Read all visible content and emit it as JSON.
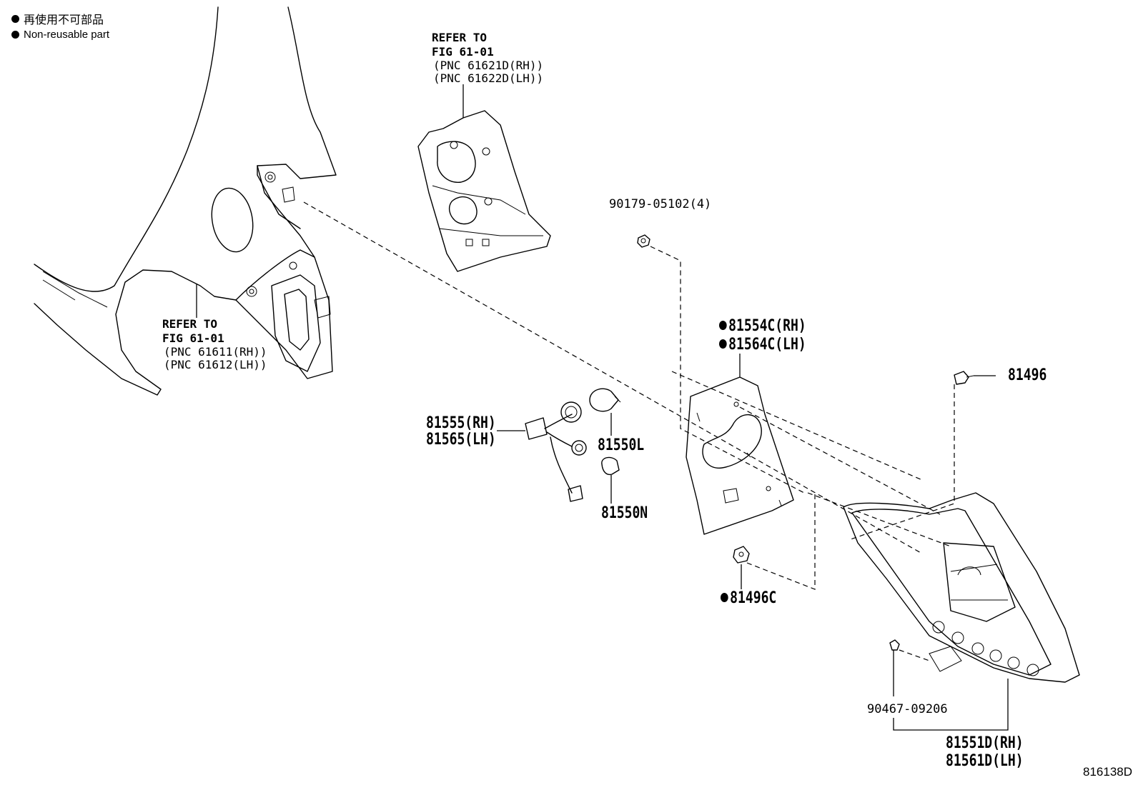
{
  "legend": {
    "japanese": "再使用不可部品",
    "english": "Non-reusable part"
  },
  "refs": {
    "upper": {
      "line1": "REFER TO",
      "line2": "FIG 61-01",
      "line3": "(PNC 61621D(RH))",
      "line4": "(PNC 61622D(LH))"
    },
    "lower": {
      "line1": "REFER TO",
      "line2": "FIG 61-01",
      "line3": "(PNC 61611(RH))",
      "line4": "(PNC 61612(LH))"
    }
  },
  "parts": {
    "screw_90179": "90179-05102(4)",
    "gasket_rh": "81554C(RH)",
    "gasket_lh": "81564C(LH)",
    "clip_81496": "81496",
    "socket_rh": "81555(RH)",
    "socket_lh": "81565(LH)",
    "bulb_81550L": "81550L",
    "bulb_81550N": "81550N",
    "clip_81496C": "81496C",
    "screw_90467": "90467-09206",
    "lamp_rh": "81551D(RH)",
    "lamp_lh": "81561D(LH)"
  },
  "figure_id": "816138D"
}
